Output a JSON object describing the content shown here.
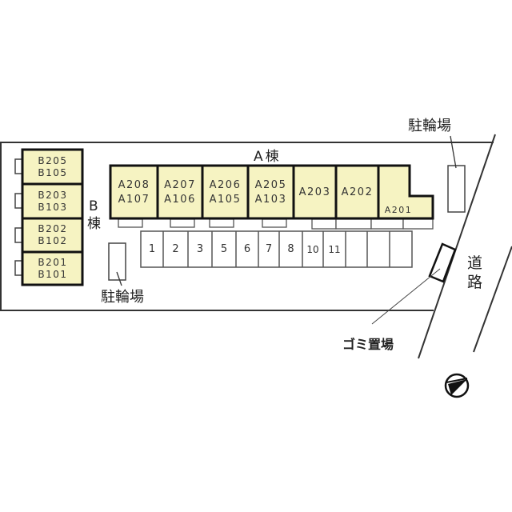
{
  "colors": {
    "unit_fill": "#f6f3c2",
    "line": "#222222",
    "thin_line": "#444444",
    "background": "#ffffff"
  },
  "building_a": {
    "label": "A棟",
    "units": [
      {
        "top": "A208",
        "bottom": "A107"
      },
      {
        "top": "A207",
        "bottom": "A106"
      },
      {
        "top": "A206",
        "bottom": "A105"
      },
      {
        "top": "A205",
        "bottom": "A103"
      },
      {
        "top": "A203",
        "bottom": ""
      },
      {
        "top": "A202",
        "bottom": ""
      },
      {
        "top": "A201",
        "bottom": ""
      }
    ]
  },
  "building_b": {
    "label_letter": "B",
    "label_kanji": "棟",
    "units": [
      {
        "top": "B205",
        "bottom": "B105"
      },
      {
        "top": "B203",
        "bottom": "B103"
      },
      {
        "top": "B202",
        "bottom": "B102"
      },
      {
        "top": "B201",
        "bottom": "B101"
      }
    ]
  },
  "parking": {
    "stalls": [
      "1",
      "2",
      "3",
      "5",
      "6",
      "7",
      "8",
      "10",
      "11",
      "",
      "",
      ""
    ]
  },
  "bike_parking_left": {
    "label": "駐輪場"
  },
  "bike_parking_right": {
    "label": "駐輪場"
  },
  "garbage_area": {
    "label": "ゴミ置場"
  },
  "road": {
    "label_line1": "道",
    "label_line2": "路"
  },
  "compass": {
    "icon": "north-arrow-icon"
  }
}
